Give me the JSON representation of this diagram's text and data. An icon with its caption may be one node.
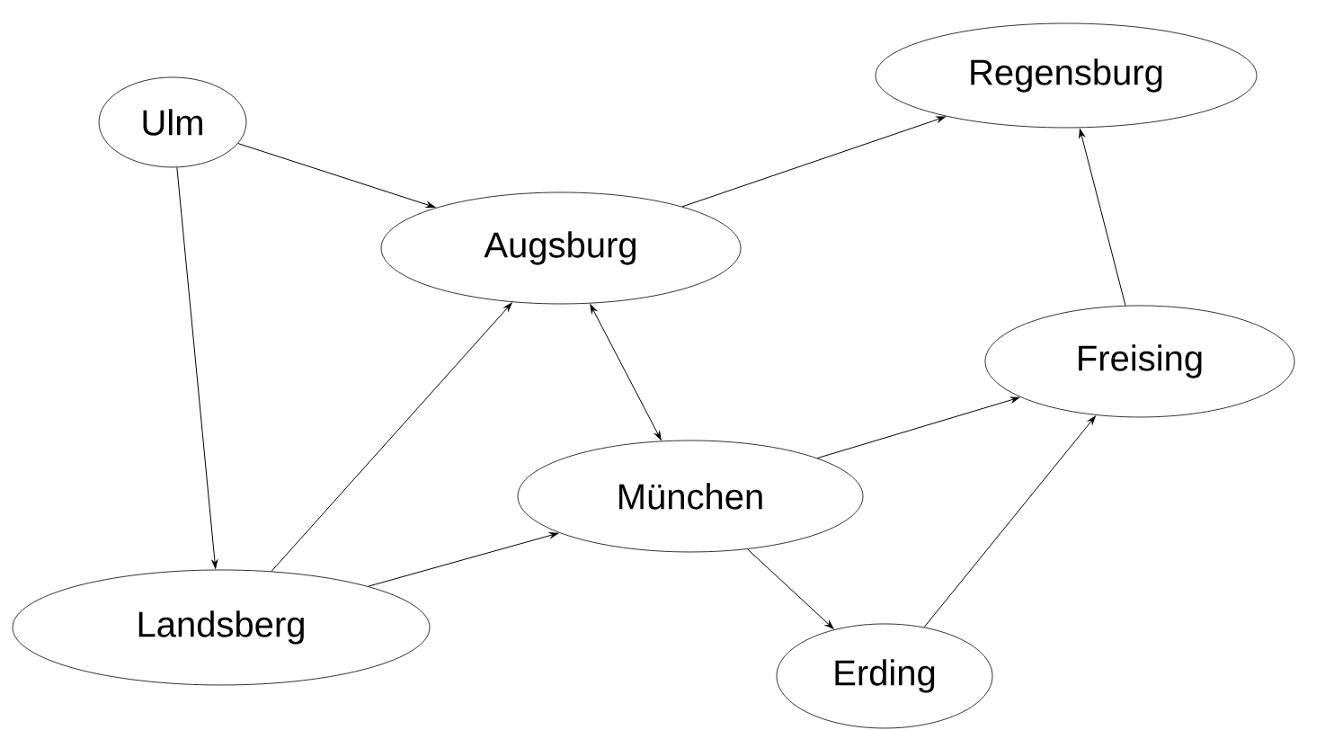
{
  "diagram": {
    "nodes": [
      {
        "text": [
          "Ulm"
        ]
      },
      {
        "text": [
          "Regensburg"
        ]
      },
      {
        "text": [
          "Augsburg"
        ]
      },
      {
        "text": [
          "Freising"
        ]
      },
      {
        "text": [
          "München"
        ]
      },
      {
        "text": [
          "Landsberg"
        ]
      },
      {
        "text": [
          "Erding"
        ]
      }
    ],
    "edges": [
      {
        "from": 0,
        "to": 2,
        "arrow": "to"
      },
      {
        "from": 0,
        "to": 5,
        "arrow": "to"
      },
      {
        "from": 2,
        "to": 1,
        "arrow": "to"
      },
      {
        "from": 3,
        "to": 1,
        "arrow": "to"
      },
      {
        "from": 5,
        "to": 2,
        "arrow": "to"
      },
      {
        "from": 2,
        "to": 4,
        "arrow": "both"
      },
      {
        "from": 4,
        "to": 3,
        "arrow": "to"
      },
      {
        "from": 5,
        "to": 4,
        "arrow": "to"
      },
      {
        "from": 4,
        "to": 6,
        "arrow": "to"
      },
      {
        "from": 6,
        "to": 3,
        "arrow": "to"
      }
    ]
  }
}
